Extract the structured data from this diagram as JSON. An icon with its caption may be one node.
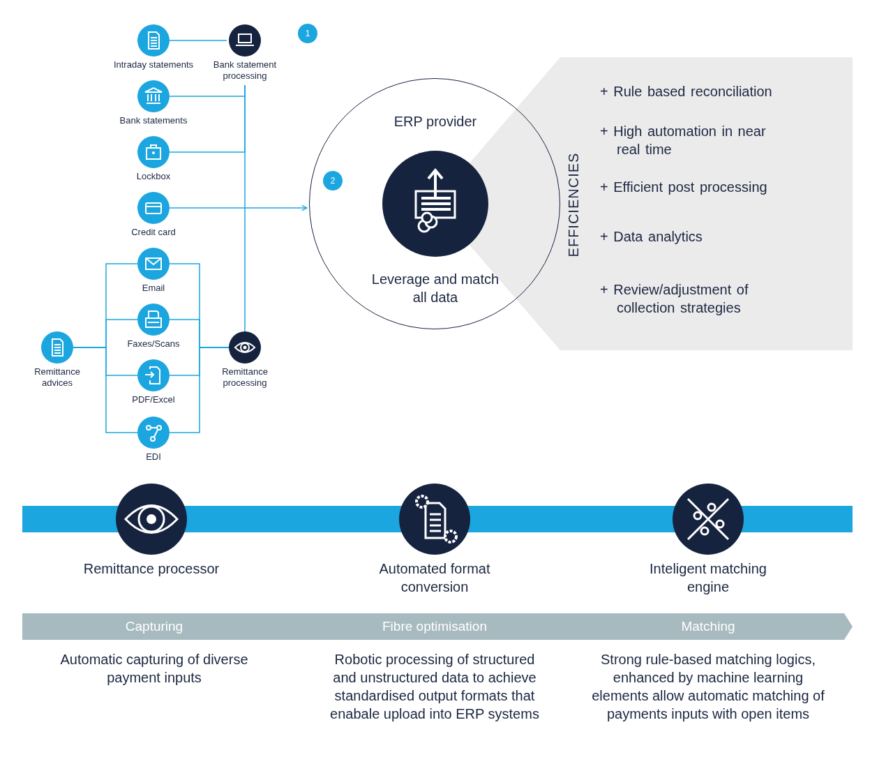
{
  "diagram": {
    "nodes": [
      {
        "text": [
          "Intraday statements"
        ]
      },
      {
        "text": [
          "Bank statement processing"
        ]
      },
      {
        "text": [
          "Bank statements"
        ]
      },
      {
        "text": [
          "Lockbox"
        ]
      },
      {
        "text": [
          "Credit card"
        ]
      },
      {
        "text": [
          "Email"
        ]
      },
      {
        "text": [
          "Faxes/Scans"
        ]
      },
      {
        "text": [
          "Remittance advices"
        ]
      },
      {
        "text": [
          "PDF/Excel"
        ]
      },
      {
        "text": [
          "EDI"
        ]
      },
      {
        "text": [
          "Remittance processing"
        ]
      },
      {
        "text": [
          "ERP provider",
          "Leverage and match all data"
        ]
      },
      {
        "text": [
          "EFFICIENCIES",
          "+ Rule based reconciliation",
          "+ High automation in near real time",
          "+ Efficient post processing",
          "+ Data analytics",
          "+ Review/adjustment of collection strategies"
        ]
      },
      {
        "text": [
          "Remittance processor"
        ]
      },
      {
        "text": [
          "Automated format conversion"
        ]
      },
      {
        "text": [
          "Inteligent matching engine"
        ]
      },
      {
        "text": [
          "Capturing",
          "Fibre optimisation",
          "Matching"
        ]
      },
      {
        "text": [],
        "shape": "bar"
      }
    ],
    "edges": [
      {
        "from": 0,
        "to": 1,
        "arrow": "none"
      },
      {
        "from": 1,
        "to": 10,
        "arrow": "none"
      },
      {
        "from": 2,
        "to": 1,
        "arrow": "none"
      },
      {
        "from": 3,
        "to": 1,
        "arrow": "none"
      },
      {
        "from": 4,
        "to": 11,
        "arrow": "to"
      },
      {
        "from": 7,
        "to": 5,
        "arrow": "none"
      },
      {
        "from": 7,
        "to": 6,
        "arrow": "none"
      },
      {
        "from": 7,
        "to": 8,
        "arrow": "none"
      },
      {
        "from": 7,
        "to": 9,
        "arrow": "none"
      },
      {
        "from": 5,
        "to": 10,
        "arrow": "none"
      },
      {
        "from": 6,
        "to": 10,
        "arrow": "none"
      },
      {
        "from": 8,
        "to": 10,
        "arrow": "none"
      },
      {
        "from": 9,
        "to": 10,
        "arrow": "none"
      }
    ],
    "labels": [
      "1",
      "2",
      "Automatic capturing of diverse payment inputs",
      "Robotic processing of structured and unstructured data to achieve standardised output formats that enabale upload into ERP systems",
      "Strong rule-based matching logics, enhanced by machine learning elements allow automatic matching of payments inputs with open items"
    ]
  }
}
